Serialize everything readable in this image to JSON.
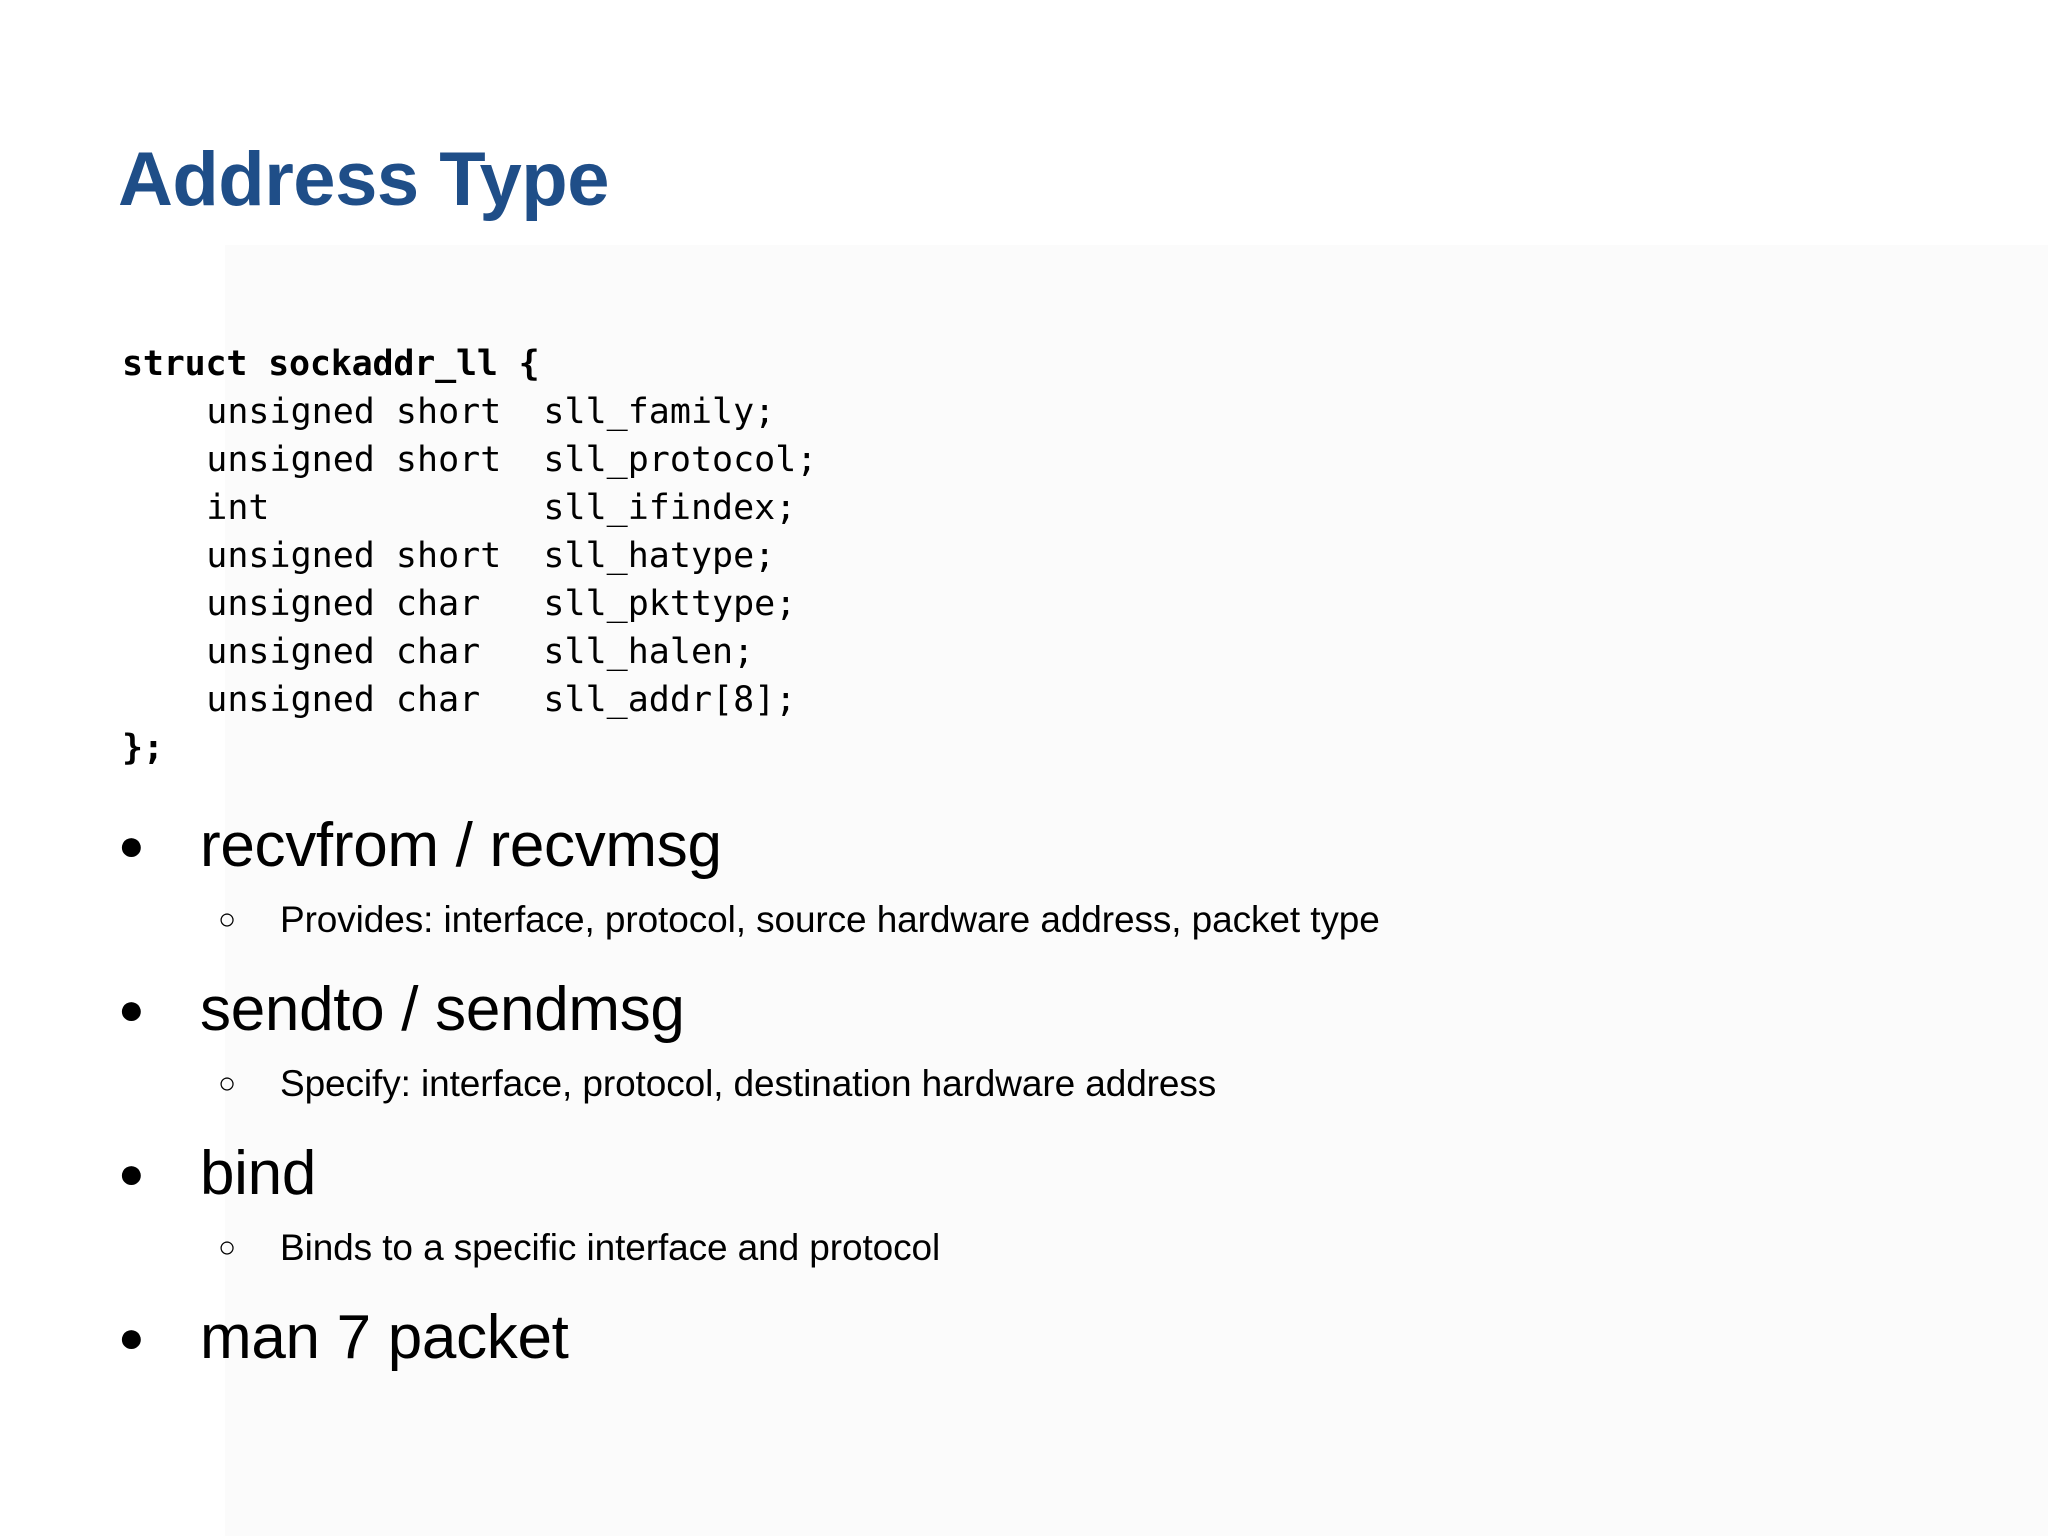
{
  "slide": {
    "title": "Address Type",
    "title_color": "#1F4E88",
    "background_color": "#FFFFFF",
    "text_color": "#000000"
  },
  "code_block": {
    "language": "c",
    "lines": [
      {
        "text": "struct sockaddr_ll {",
        "bold": true
      },
      {
        "text": "    unsigned short  sll_family;",
        "bold": false
      },
      {
        "text": "    unsigned short  sll_protocol;",
        "bold": false
      },
      {
        "text": "    int             sll_ifindex;",
        "bold": false
      },
      {
        "text": "    unsigned short  sll_hatype;",
        "bold": false
      },
      {
        "text": "    unsigned char   sll_pkttype;",
        "bold": false
      },
      {
        "text": "    unsigned char   sll_halen;",
        "bold": false
      },
      {
        "text": "    unsigned char   sll_addr[8];",
        "bold": false
      },
      {
        "text": "};",
        "bold": true
      }
    ]
  },
  "bullets": [
    {
      "marker": "●",
      "label": "recvfrom / recvmsg",
      "sub": [
        {
          "marker": "○",
          "label": "Provides: interface, protocol, source hardware address, packet type"
        }
      ]
    },
    {
      "marker": "●",
      "label": "sendto / sendmsg",
      "sub": [
        {
          "marker": "○",
          "label": "Specify: interface, protocol, destination hardware address"
        }
      ]
    },
    {
      "marker": "●",
      "label": "bind",
      "sub": [
        {
          "marker": "○",
          "label": "Binds to a specific interface and protocol"
        }
      ]
    },
    {
      "marker": "●",
      "label": "man 7 packet",
      "sub": []
    }
  ]
}
